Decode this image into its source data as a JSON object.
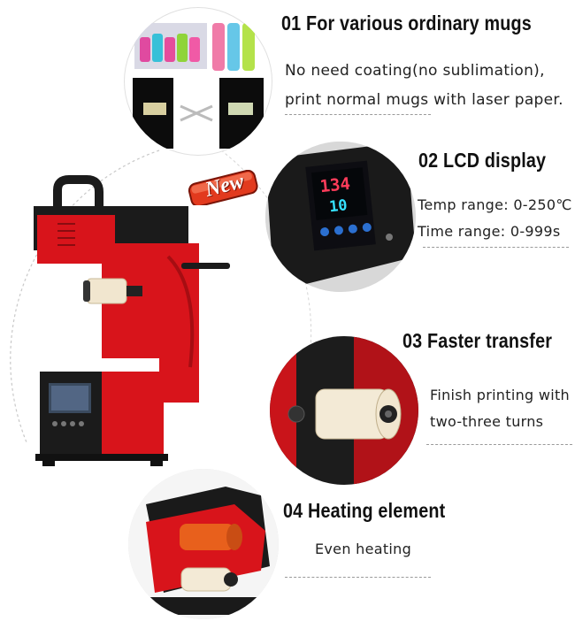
{
  "sections": [
    {
      "title": "01 For various ordinary mugs",
      "lines": [
        "No need coating(no sublimation),",
        "print normal mugs with laser paper."
      ]
    },
    {
      "title": "02 LCD display",
      "lines": [
        "Temp range: 0-250℃",
        "Time range: 0-999s"
      ]
    },
    {
      "title": "03 Faster transfer",
      "lines": [
        "Finish printing with",
        "two-three turns"
      ]
    },
    {
      "title": "04 Heating element",
      "lines": [
        "Even heating"
      ]
    }
  ],
  "badge": {
    "text": "New",
    "color": "#e23a1e"
  },
  "lcd": {
    "temp": "134",
    "time": "10"
  },
  "colors": {
    "machine_red": "#d8141b",
    "machine_black": "#1b1b1b"
  }
}
